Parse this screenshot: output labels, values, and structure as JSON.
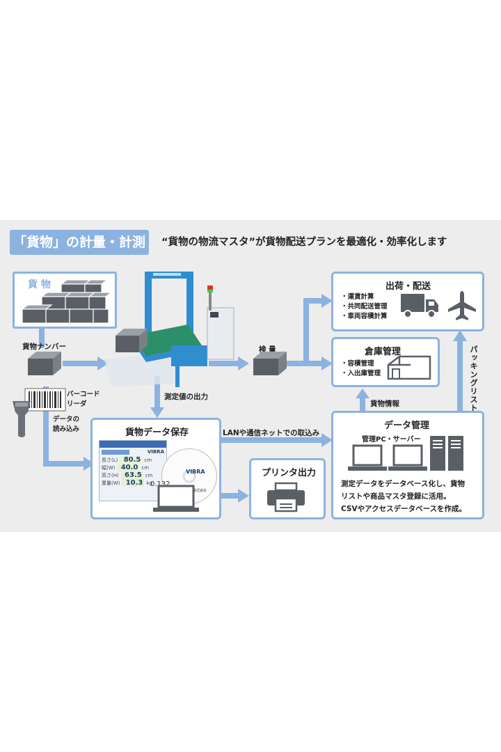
{
  "header": {
    "badge": "「貨物」の計量・計測",
    "headline": "“貨物の物流マスタ”が貨物配送プランを最適化・効率化します"
  },
  "cargo": {
    "label": "貨 物",
    "number_label": "貨物ナンバー"
  },
  "barcode": {
    "reader_label_1": "バーコード",
    "reader_label_2": "リーダ",
    "read_label_1": "データの",
    "read_label_2": "読み込み"
  },
  "flow": {
    "inspection": "検 量",
    "measure_output": "測定値の出力",
    "lan_import": "LANや通信ネットでの取込み",
    "cargo_info": "貨物情報",
    "packing_list": "パッキングリスト"
  },
  "shipping": {
    "title": "出荷・配送",
    "items": [
      "・運賃計算",
      "・共同配送管理",
      "・車両容積計算"
    ]
  },
  "warehouse": {
    "title": "倉庫管理",
    "items": [
      "・容積管理",
      "・入出庫管理"
    ]
  },
  "cargo_data": {
    "title": "貨物データ保存",
    "screen": {
      "logo": "VIBRA",
      "rows": [
        {
          "label": "長さ(L)",
          "value": "80.5",
          "unit": "cm"
        },
        {
          "label": "幅(W)",
          "value": "40.0",
          "unit": "cm"
        },
        {
          "label": "高さ(H)",
          "value": "63.5",
          "unit": "cm"
        },
        {
          "label": "重量(W)",
          "value": "10.3",
          "unit": "kg"
        }
      ],
      "extra": "0.132"
    },
    "cd": {
      "logo": "VIBRA",
      "company": "株式会社"
    }
  },
  "printer": {
    "title": "プリンタ出力"
  },
  "data_mgmt": {
    "title": "データ管理",
    "subtitle": "管理PC・サーバー",
    "desc": [
      "測定データをデータベース化し、貨物",
      "リストや商品マスタ登録に活用。",
      "CSVやアクセスデータベースを作成。"
    ]
  },
  "colors": {
    "accent": "#8cb2e0",
    "dark_icon": "#5a5f66",
    "panel_bg": "#ededee"
  }
}
